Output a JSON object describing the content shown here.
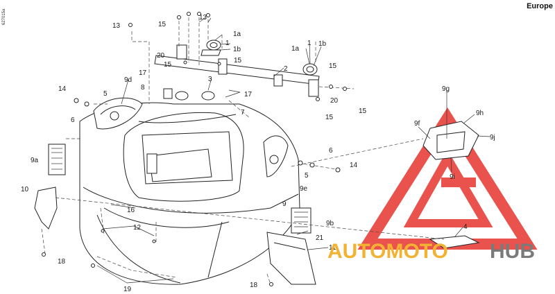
{
  "region": "Europe",
  "doc_code": "627015a",
  "watermark": {
    "part1": "AUTOMOTO",
    "part2": "HUB",
    "color_red": "#e8403a",
    "color_orange": "#f2b232",
    "color_gray": "#7a7a7a"
  },
  "callouts": {
    "c13a": "13",
    "c13b": "13",
    "c15a": "15",
    "c1a_top": "1a",
    "c1_top": "1",
    "c1b_top": "1b",
    "c20a": "20",
    "c15b": "15",
    "c15c": "15",
    "c1a_right": "1a",
    "c1_right": "1",
    "c1b_right": "1b",
    "c2": "2",
    "c15d": "15",
    "c17a": "17",
    "c9d": "9d",
    "c8": "8",
    "c3": "3",
    "c17b": "17",
    "c14a": "14",
    "c5a": "5",
    "c20b": "20",
    "c15e": "15",
    "c7": "7",
    "c15f": "15",
    "c9g": "9g",
    "c6a": "6",
    "c9h": "9h",
    "c9f": "9f",
    "c9j": "9j",
    "c9a": "9a",
    "c6b": "6",
    "c14b": "14",
    "c5b": "5",
    "c9i": "9i",
    "c10": "10",
    "c9e": "9e",
    "c9": "9",
    "c16": "16",
    "c9b": "9b",
    "c12": "12",
    "c4": "4",
    "c21": "21",
    "c11": "11",
    "c18a": "18",
    "c19": "19",
    "c18b": "18"
  }
}
